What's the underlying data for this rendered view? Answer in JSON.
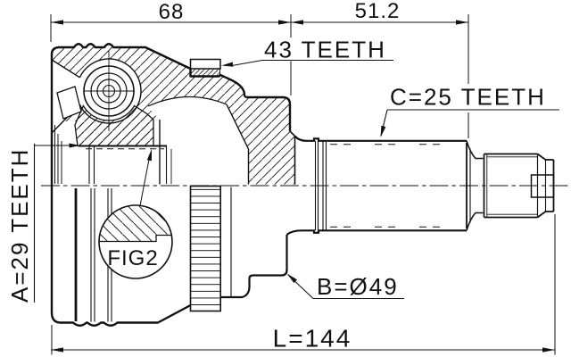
{
  "drawing": {
    "dim_width_joint": "68",
    "dim_width_shaft": "51.2",
    "dim_overall_length": "L=144",
    "label_ring": "43 TEETH",
    "label_shaft_spline": "C=25 TEETH",
    "label_inner_spline": "A=29 TEETH",
    "label_body_diameter": "B=Ø49",
    "label_detail": "FIG2",
    "colors": {
      "line": "#111111",
      "background": "#ffffff"
    }
  }
}
